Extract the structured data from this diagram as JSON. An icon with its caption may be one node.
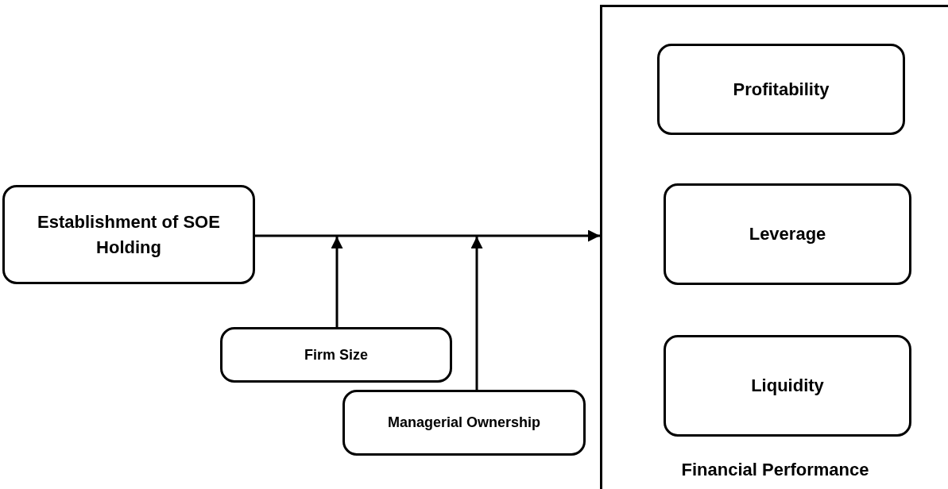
{
  "diagram": {
    "nodes": [
      {
        "text": [
          "Establishment of SOE Holding"
        ]
      },
      {
        "text": [
          "Financial Performance"
        ]
      },
      {
        "text": [
          "Profitability"
        ],
        "in": 1
      },
      {
        "text": [
          "Leverage"
        ],
        "in": 1
      },
      {
        "text": [
          "Liquidity"
        ],
        "in": 1
      },
      {
        "text": [
          "Firm Size"
        ]
      },
      {
        "text": [
          "Managerial Ownership"
        ]
      }
    ],
    "edges": [
      {
        "from": 0,
        "to": 1,
        "arrow": "to"
      },
      {
        "from": 5,
        "to": null,
        "arrow": "to"
      },
      {
        "from": 6,
        "to": null,
        "arrow": "to"
      }
    ]
  }
}
